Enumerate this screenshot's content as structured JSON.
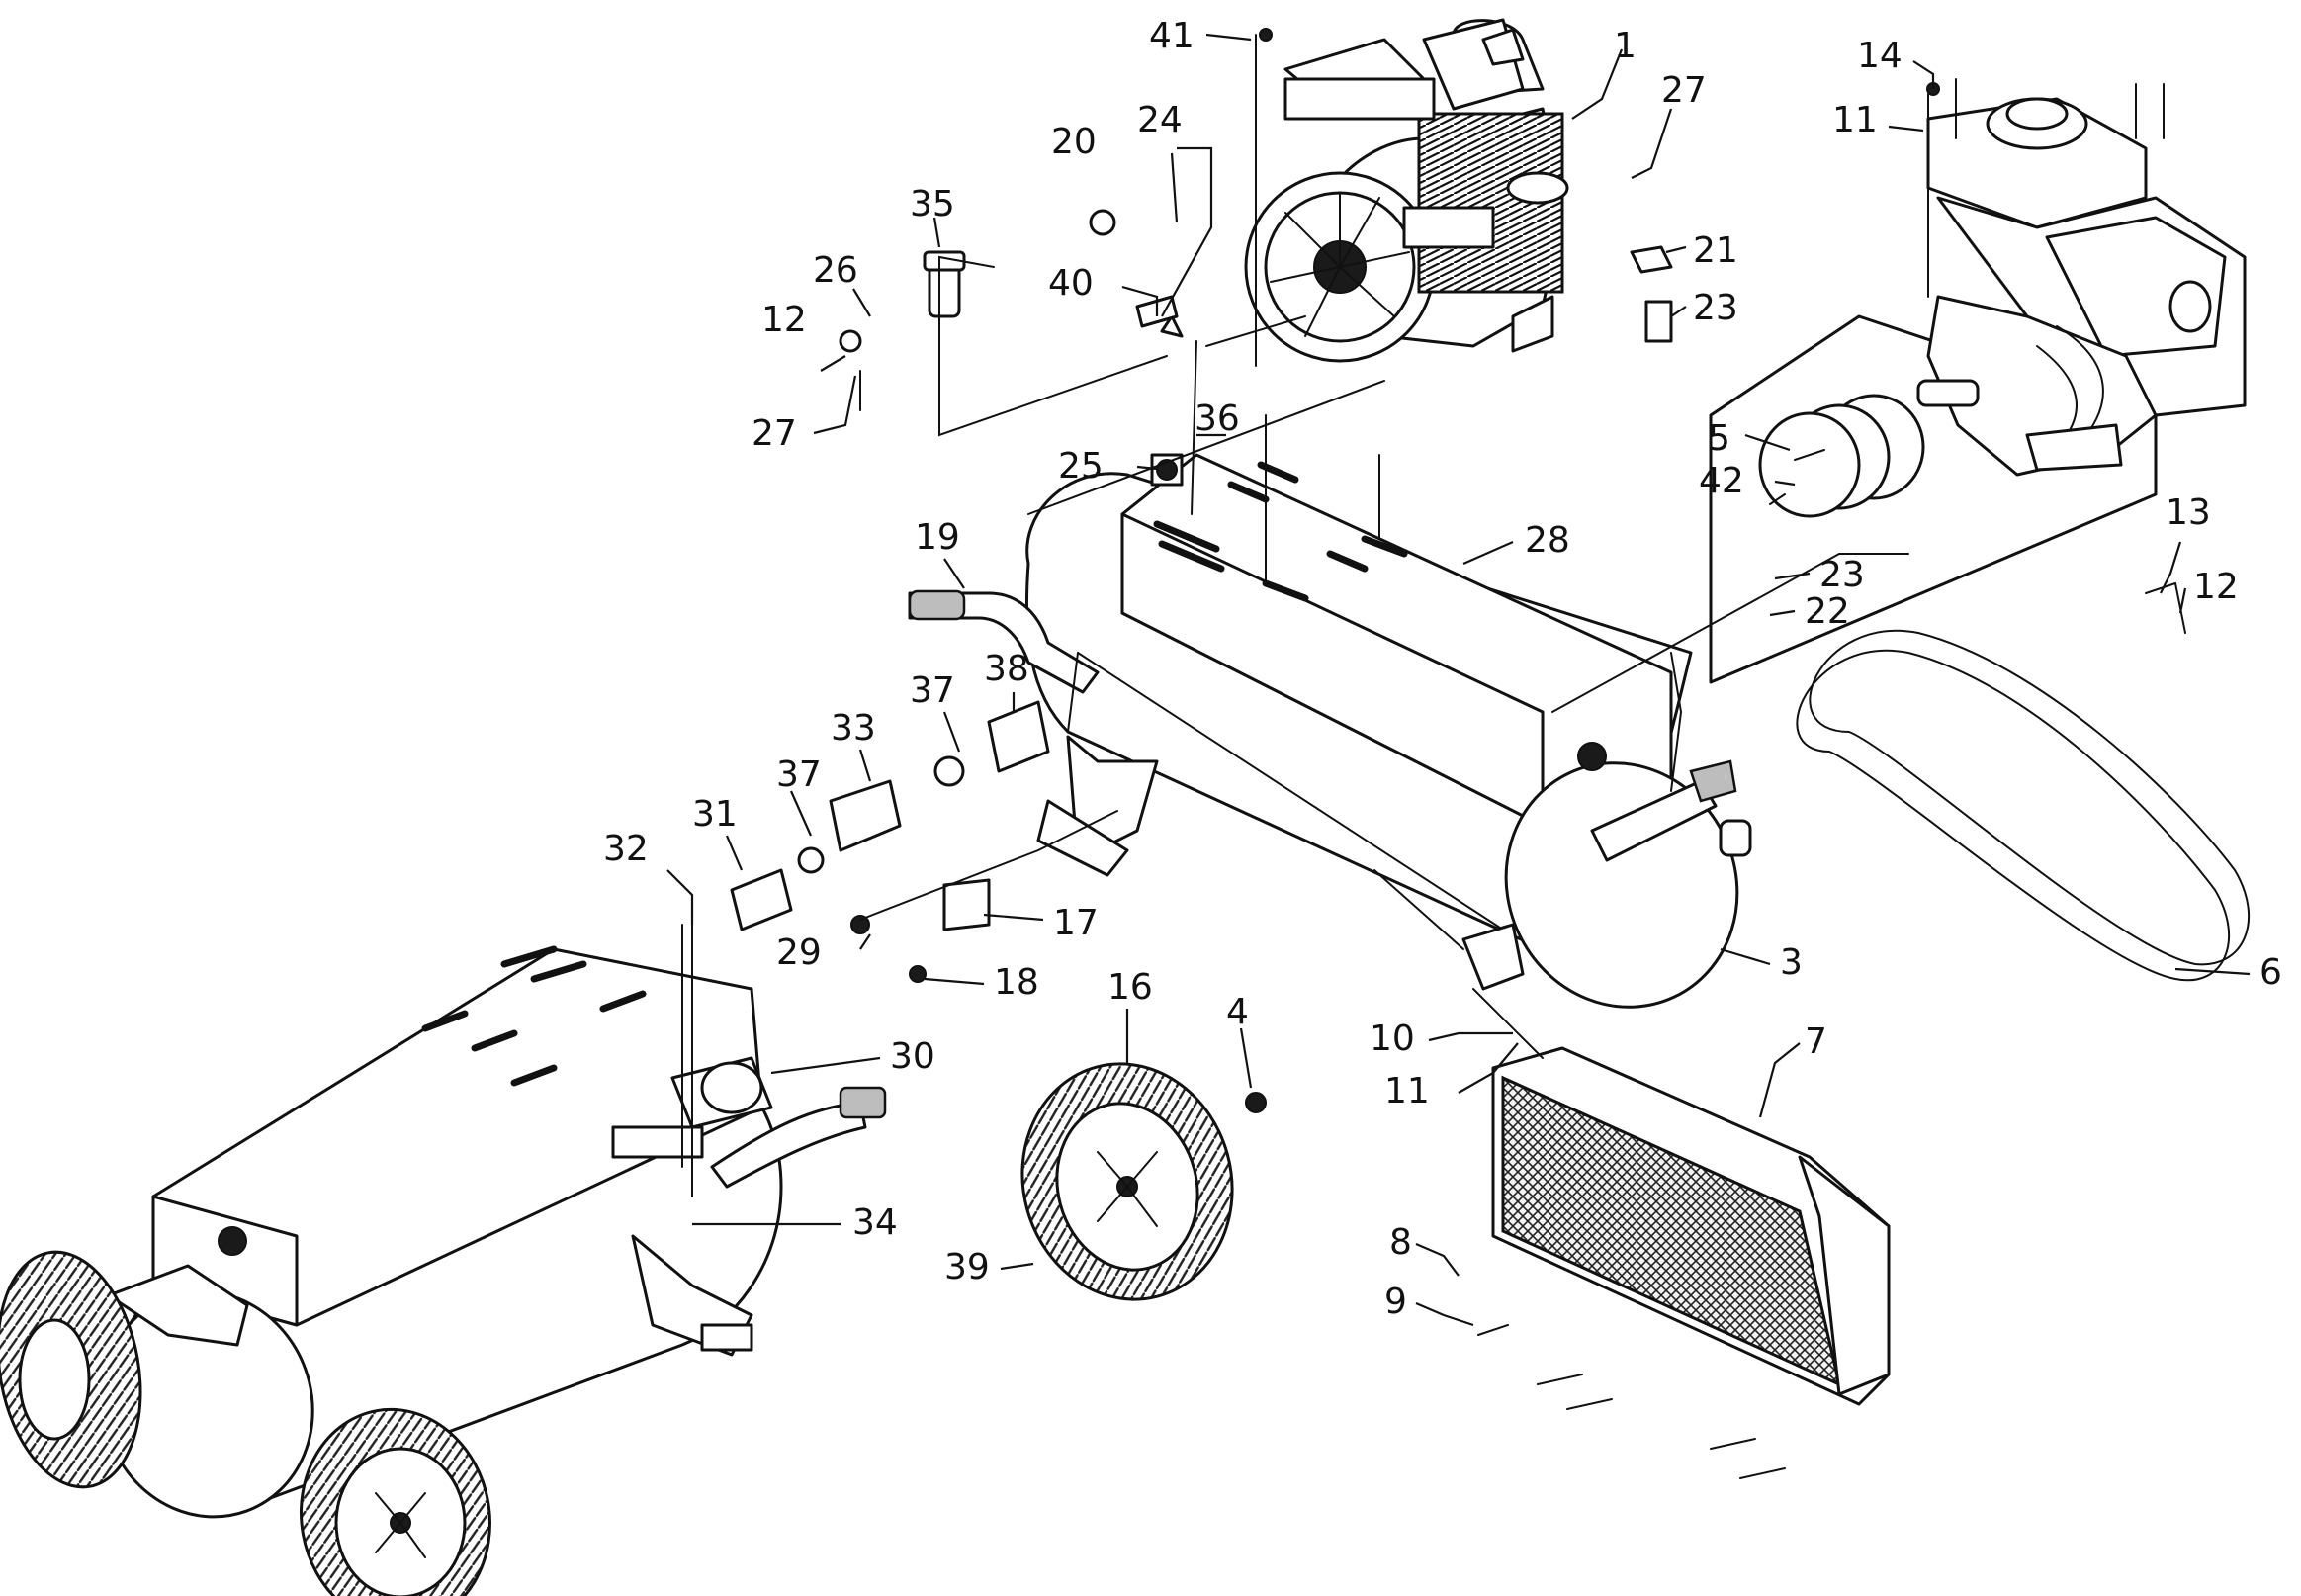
{
  "diagram": {
    "callouts": [
      {
        "id": "c41",
        "text": "41"
      },
      {
        "id": "c1",
        "text": "1"
      },
      {
        "id": "c27a",
        "text": "27"
      },
      {
        "id": "c14",
        "text": "14"
      },
      {
        "id": "c11a",
        "text": "11"
      },
      {
        "id": "c20",
        "text": "20"
      },
      {
        "id": "c24",
        "text": "24"
      },
      {
        "id": "c35",
        "text": "35"
      },
      {
        "id": "c40",
        "text": "40"
      },
      {
        "id": "c26",
        "text": "26"
      },
      {
        "id": "c12a",
        "text": "12"
      },
      {
        "id": "c27b",
        "text": "27"
      },
      {
        "id": "c21",
        "text": "21"
      },
      {
        "id": "c23a",
        "text": "23"
      },
      {
        "id": "c36",
        "text": "36"
      },
      {
        "id": "c25",
        "text": "25"
      },
      {
        "id": "c5",
        "text": "5"
      },
      {
        "id": "c42",
        "text": "42"
      },
      {
        "id": "c13",
        "text": "13"
      },
      {
        "id": "c12b",
        "text": "12"
      },
      {
        "id": "c19",
        "text": "19"
      },
      {
        "id": "c28",
        "text": "28"
      },
      {
        "id": "c23b",
        "text": "23"
      },
      {
        "id": "c22",
        "text": "22"
      },
      {
        "id": "c38",
        "text": "38"
      },
      {
        "id": "c37a",
        "text": "37"
      },
      {
        "id": "c33",
        "text": "33"
      },
      {
        "id": "c37b",
        "text": "37"
      },
      {
        "id": "c31",
        "text": "31"
      },
      {
        "id": "c32",
        "text": "32"
      },
      {
        "id": "c17",
        "text": "17"
      },
      {
        "id": "c29",
        "text": "29"
      },
      {
        "id": "c18",
        "text": "18"
      },
      {
        "id": "c3",
        "text": "3"
      },
      {
        "id": "c6",
        "text": "6"
      },
      {
        "id": "c16",
        "text": "16"
      },
      {
        "id": "c4",
        "text": "4"
      },
      {
        "id": "c30",
        "text": "30"
      },
      {
        "id": "c10",
        "text": "10"
      },
      {
        "id": "c7",
        "text": "7"
      },
      {
        "id": "c11b",
        "text": "11"
      },
      {
        "id": "c34",
        "text": "34"
      },
      {
        "id": "c39",
        "text": "39"
      },
      {
        "id": "c8",
        "text": "8"
      },
      {
        "id": "c9",
        "text": "9"
      }
    ]
  }
}
